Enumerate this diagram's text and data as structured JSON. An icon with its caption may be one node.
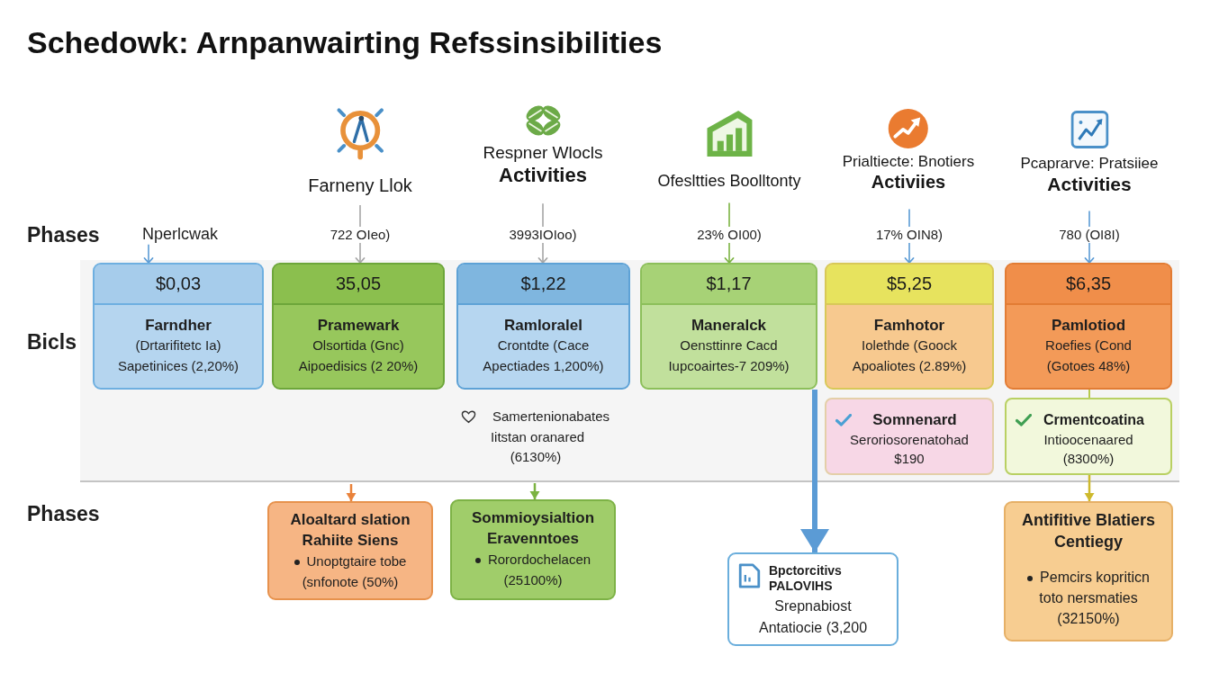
{
  "diagram": {
    "title": "Schedowk: Arnpanwairting Refssinsibilities",
    "nodes": [
      {
        "text": [
          "Farneny Llok"
        ]
      },
      {
        "text": [
          "Respner Wlocls",
          "Activities"
        ]
      },
      {
        "text": [
          "Ofesltties Boolltonty"
        ]
      },
      {
        "text": [
          "Prialtiecte: Bnotiers",
          "Activiies"
        ]
      },
      {
        "text": [
          "Pcaprarve: Pratsiiee",
          "Activities"
        ]
      },
      {
        "text": [
          "Nperlcwak"
        ]
      },
      {
        "text": [
          "$0,03",
          "Farndher",
          "(Drtarifitetc Ia)",
          "Sapetinices (2,20%)"
        ]
      },
      {
        "text": [
          "35,05",
          "Pramewark",
          "Olsortida (Gnc)",
          "Aipoedisics (2 20%)"
        ]
      },
      {
        "text": [
          "$1,22",
          "Ramloralel",
          "Crontdte (Cace",
          "Apectiades 1,200%)"
        ]
      },
      {
        "text": [
          "$1,17",
          "Maneralck",
          "Oensttinre Cacd",
          "Iupcoairtes-7 209%)"
        ]
      },
      {
        "text": [
          "$5,25",
          "Famhotor",
          "Iolethde (Goock",
          "Apoaliotes (2.89%)"
        ]
      },
      {
        "text": [
          "$6,35",
          "Pamlotiod",
          "Roefies (Cond",
          "(Gotoes 48%)"
        ]
      },
      {
        "text": [
          "Somnenard",
          "Seroriosorenatohad",
          "$190"
        ]
      },
      {
        "text": [
          "Crmentcoatina",
          "Intioocenaared",
          "(8300%)"
        ]
      },
      {
        "text": [
          "Aloaltard slation Rahiite Siens",
          "Unoptgtaire tobe (snfonote (50%)"
        ]
      },
      {
        "text": [
          "Sommioysialtion Eravenntoes",
          "Rorordochelacen (25100%)"
        ]
      },
      {
        "text": [
          "Bpctorcitivs PALOVIHS",
          "Srepnabiost Antatiocie (3,200"
        ]
      },
      {
        "text": [
          "Antifitive Blatiers Centiegy",
          "Pemcirs kopriticn toto nersmaties (32150%)"
        ]
      }
    ],
    "edges": [
      {
        "from": 0,
        "to": 7,
        "arrow": "to",
        "label": "722 OIeo)",
        "color": "#a6a6a6"
      },
      {
        "from": 1,
        "to": 8,
        "arrow": "to",
        "label": "3993IOIoo)",
        "color": "#a6a6a6"
      },
      {
        "from": 2,
        "to": 9,
        "arrow": "to",
        "label": "23% OI00)",
        "color": "#7cb342"
      },
      {
        "from": 3,
        "to": 10,
        "arrow": "to",
        "label": "17% OIN8)"
      },
      {
        "from": 4,
        "to": 11,
        "arrow": "to",
        "label": "780 (OI8I)"
      },
      {
        "from": 5,
        "to": 6,
        "arrow": "to"
      },
      {
        "from": 11,
        "to": 13,
        "arrow": "none",
        "color": "#b7c94d"
      },
      {
        "from": 9,
        "to": 16,
        "arrow": "to",
        "style": "thick"
      },
      {
        "from": null,
        "to": 14,
        "arrow": "to",
        "color": "#e9823a"
      },
      {
        "from": null,
        "to": 15,
        "arrow": "to",
        "color": "#7cb342"
      },
      {
        "from": 13,
        "to": 17,
        "arrow": "to",
        "color": "#cdb92c"
      }
    ],
    "labels": [
      "Phases",
      "Bicls",
      "Samertenionabates",
      "Iitstan oranared",
      "(6130%)",
      "Phases"
    ]
  }
}
